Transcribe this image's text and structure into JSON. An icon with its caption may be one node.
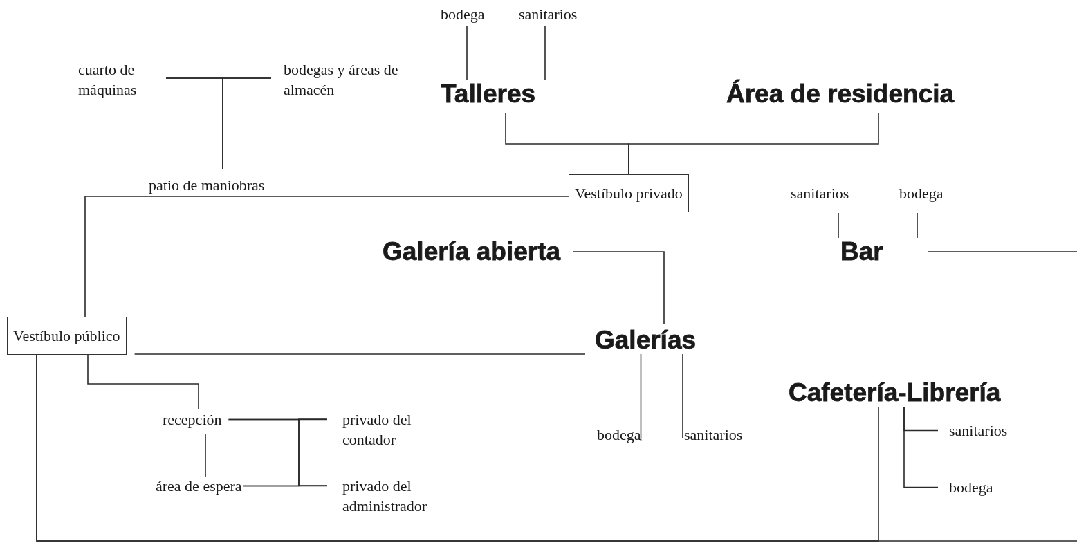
{
  "diagram": {
    "nodes": [
      {
        "text": [
          "bodega"
        ]
      },
      {
        "text": [
          "sanitarios"
        ]
      },
      {
        "text": [
          "cuarto de máquinas"
        ]
      },
      {
        "text": [
          "bodegas y áreas de almacén"
        ]
      },
      {
        "text": [
          "Talleres"
        ]
      },
      {
        "text": [
          "Área de residencia"
        ]
      },
      {
        "text": [
          "patio de maniobras"
        ]
      },
      {
        "text": [
          "Vestíbulo privado"
        ]
      },
      {
        "text": [
          "sanitarios"
        ]
      },
      {
        "text": [
          "bodega"
        ]
      },
      {
        "text": [
          "Galería abierta"
        ]
      },
      {
        "text": [
          "Bar"
        ]
      },
      {
        "text": [
          "Vestíbulo público"
        ]
      },
      {
        "text": [
          "Galerías"
        ]
      },
      {
        "text": [
          "Cafetería-Librería"
        ]
      },
      {
        "text": [
          "recepción"
        ]
      },
      {
        "text": [
          "privado del contador"
        ]
      },
      {
        "text": [
          "bodega"
        ]
      },
      {
        "text": [
          "sanitarios"
        ]
      },
      {
        "text": [
          "sanitarios"
        ]
      },
      {
        "text": [
          "área de espera"
        ]
      },
      {
        "text": [
          "privado del administrador"
        ]
      },
      {
        "text": [
          "bodega"
        ]
      }
    ],
    "edges": [
      {
        "from": 0,
        "to": 4,
        "arrow": "none"
      },
      {
        "from": 1,
        "to": 4,
        "arrow": "none"
      },
      {
        "from": 2,
        "to": 3,
        "arrow": "none"
      },
      {
        "from": 2,
        "to": 6,
        "arrow": "none"
      },
      {
        "from": 3,
        "to": 6,
        "arrow": "none"
      },
      {
        "from": 4,
        "to": 7,
        "arrow": "none"
      },
      {
        "from": 5,
        "to": 7,
        "arrow": "none"
      },
      {
        "from": 7,
        "to": 12,
        "arrow": "none"
      },
      {
        "from": 8,
        "to": 11,
        "arrow": "none"
      },
      {
        "from": 9,
        "to": 11,
        "arrow": "none"
      },
      {
        "from": 11,
        "to": null,
        "arrow": "none"
      },
      {
        "from": 10,
        "to": 13,
        "arrow": "none"
      },
      {
        "from": 12,
        "to": 13,
        "arrow": "none"
      },
      {
        "from": 12,
        "to": 15,
        "arrow": "none"
      },
      {
        "from": 15,
        "to": 20,
        "arrow": "none"
      },
      {
        "from": 15,
        "to": 16,
        "arrow": "none"
      },
      {
        "from": 15,
        "to": 21,
        "arrow": "none"
      },
      {
        "from": 20,
        "to": 16,
        "arrow": "none"
      },
      {
        "from": 20,
        "to": 21,
        "arrow": "none"
      },
      {
        "from": 13,
        "to": 17,
        "arrow": "none"
      },
      {
        "from": 13,
        "to": 18,
        "arrow": "none"
      },
      {
        "from": 14,
        "to": 19,
        "arrow": "none"
      },
      {
        "from": 14,
        "to": 22,
        "arrow": "none"
      },
      {
        "from": 12,
        "to": 14,
        "arrow": "none"
      },
      {
        "from": 12,
        "to": null,
        "arrow": "none"
      }
    ]
  }
}
